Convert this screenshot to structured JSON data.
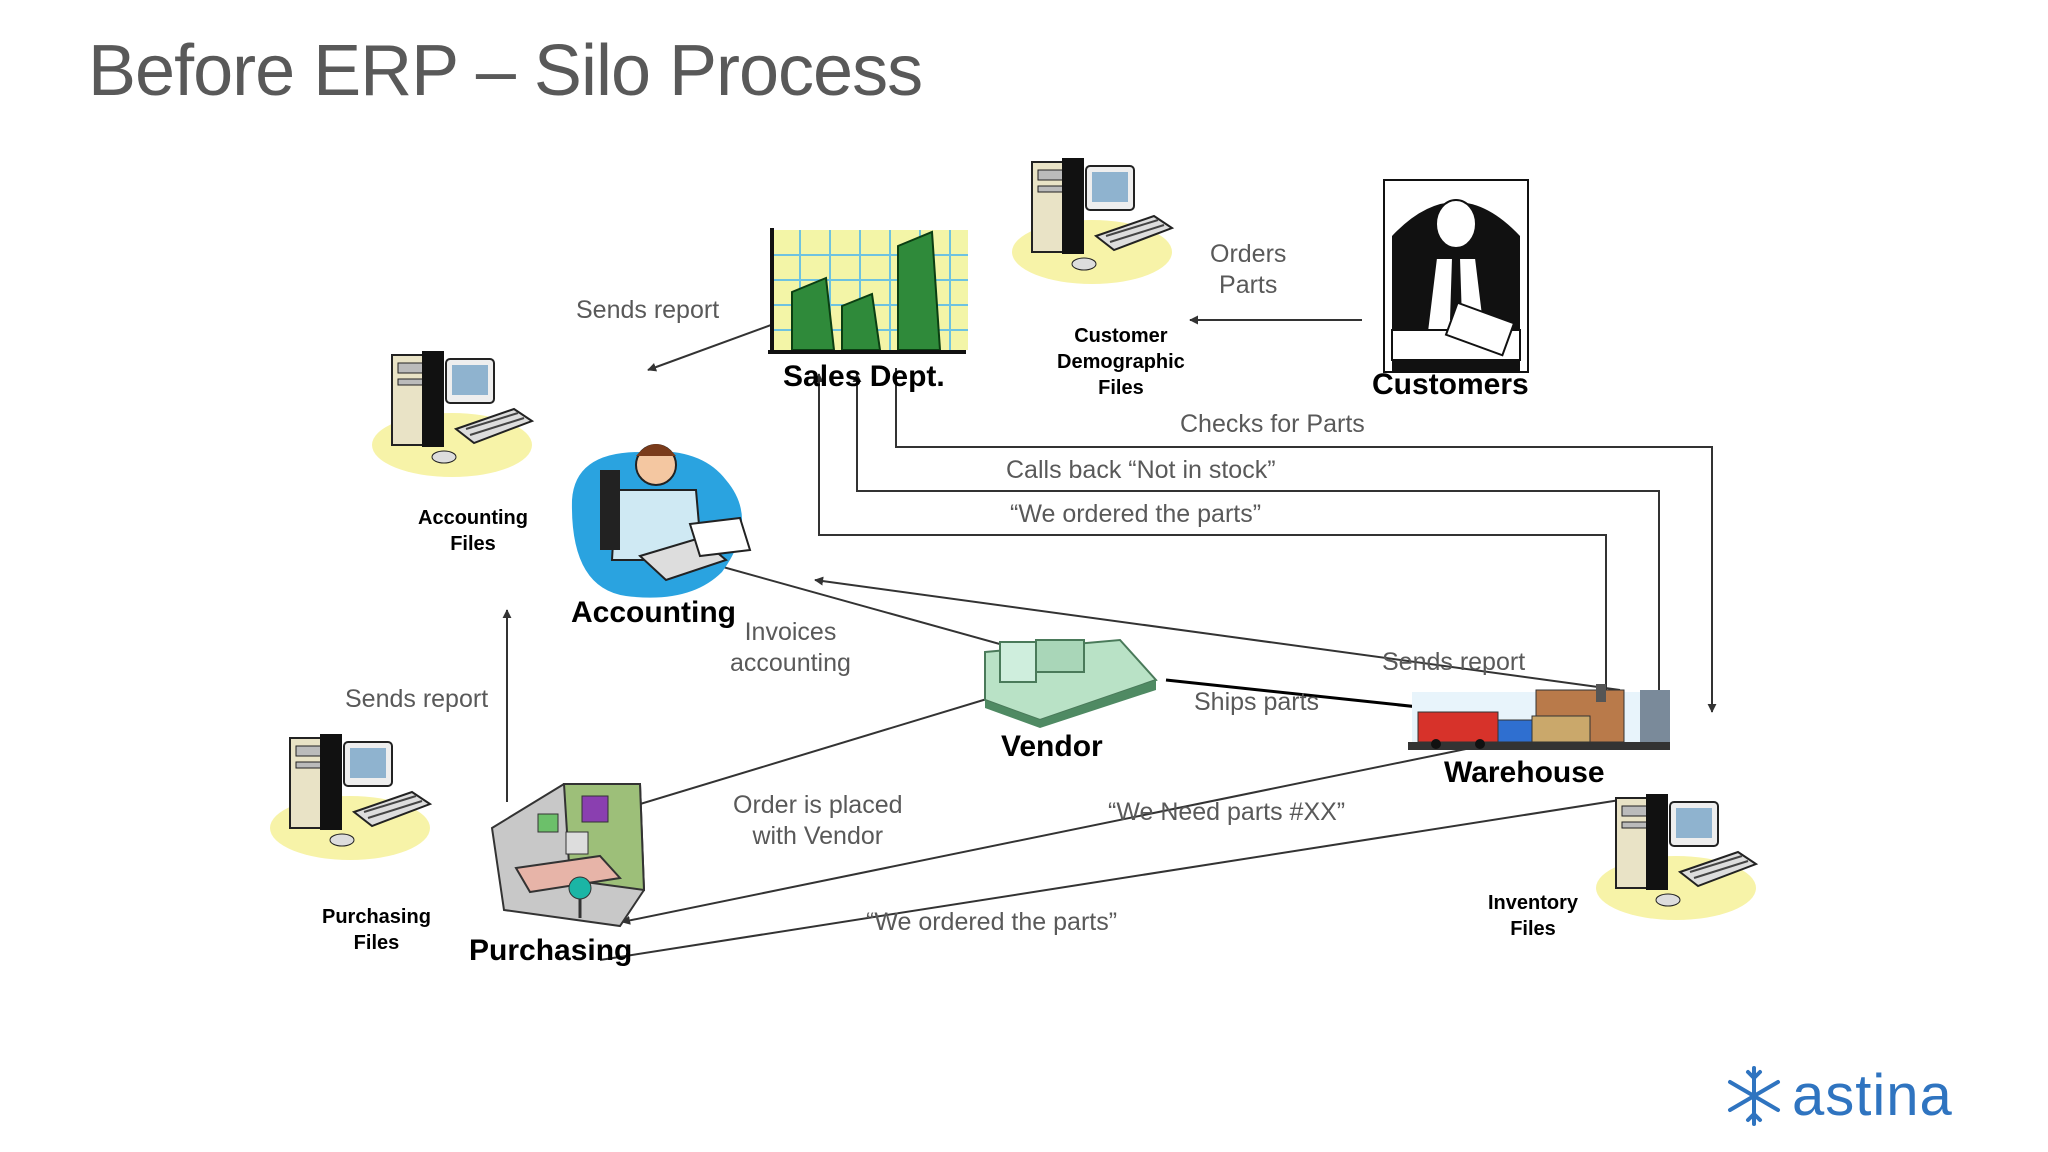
{
  "title": "Before ERP – Silo Process",
  "nodes": {
    "sales": "Sales Dept.",
    "customers": "Customers",
    "accounting": "Accounting",
    "vendor": "Vendor",
    "warehouse": "Warehouse",
    "purchasing": "Purchasing"
  },
  "files": {
    "customer_demographic": [
      "Customer",
      "Demographic",
      "Files"
    ],
    "accounting": [
      "Accounting",
      "Files"
    ],
    "purchasing": [
      "Purchasing",
      "Files"
    ],
    "inventory": [
      "Inventory",
      "Files"
    ]
  },
  "labels": {
    "orders_parts": [
      "Orders",
      "Parts"
    ],
    "sends_report_sales": "Sends report",
    "checks_for_parts": "Checks for Parts",
    "calls_back": "Calls back  “Not in stock”",
    "we_ordered_top": "“We ordered the parts”",
    "invoices_accounting": [
      "Invoices",
      "accounting"
    ],
    "sends_report_warehouse": "Sends report",
    "ships_parts": "Ships parts",
    "sends_report_purchasing": "Sends report",
    "order_placed": [
      "Order is placed",
      "with Vendor"
    ],
    "we_need_parts": "“We Need parts #XX”",
    "we_ordered_bottom": "“We ordered the parts”"
  },
  "logo": {
    "text": "astina",
    "color": "#2f74c0"
  },
  "colors": {
    "label": "#595959",
    "arrow": "#333333",
    "title": "#595959"
  }
}
